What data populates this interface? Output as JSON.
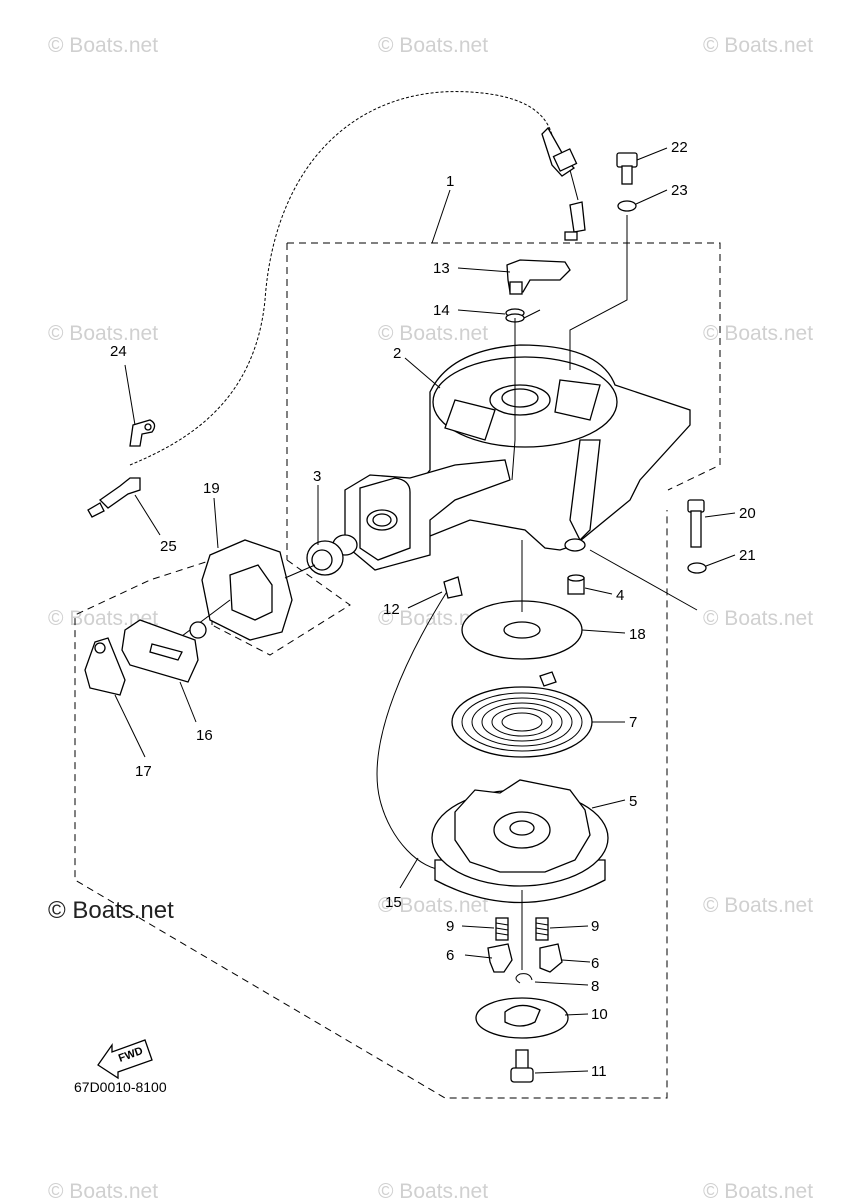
{
  "watermarks": {
    "text": "© Boats.net",
    "main_text": "© Boats.net"
  },
  "diagram": {
    "code": "67D0010-8100",
    "fwd_label": "FWD",
    "callouts": [
      "1",
      "2",
      "3",
      "4",
      "5",
      "6",
      "6",
      "7",
      "8",
      "9",
      "9",
      "10",
      "11",
      "12",
      "13",
      "14",
      "15",
      "16",
      "17",
      "18",
      "19",
      "20",
      "21",
      "22",
      "23",
      "24",
      "25"
    ]
  }
}
